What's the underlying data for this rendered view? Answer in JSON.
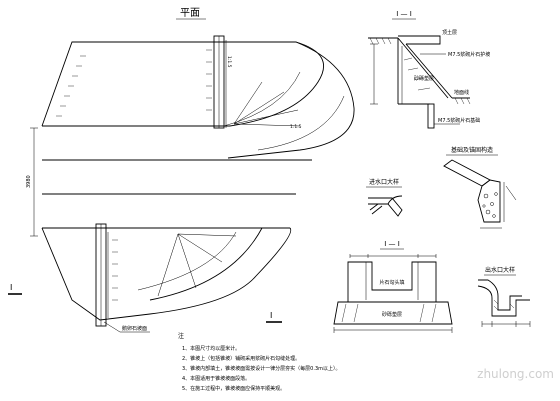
{
  "plan": {
    "title": "平面",
    "section_mark": "I",
    "label_main": "鹅卵石坡面",
    "dim_vertical": "3980",
    "dim_small_1": "1:1.5",
    "dim_small_2": "1:1.5"
  },
  "section_i1": {
    "title": "I — I",
    "labels": [
      "顶土层",
      "M7.5浆砌片石护坡",
      "砂砾垫层",
      "地面线",
      "M7.5浆砌片石基础"
    ]
  },
  "foundation_detail": {
    "title": "基础及锚固构造"
  },
  "inlet_detail": {
    "title": "进水口大样"
  },
  "section_i2": {
    "title": "I — I",
    "label_inner": "片石勾头填",
    "label_bottom": "砂砾垫层"
  },
  "outlet_detail": {
    "title": "出水口大样"
  },
  "notes": {
    "heading": "注",
    "items": [
      "1、本图尺寸均以厘米计。",
      "2、锥坡上（包括锥坡）铺砌采用浆砌片石勾缝处理。",
      "3、锥坡内部填土，锥坡坡面需按设计一律分层夯实（每层0.3m以上）。",
      "4、本图适用于锥坡坡面段落。",
      "5、在施工过程中，锥坡坡面应保持平顺美观。"
    ]
  },
  "watermark": "zhulong.com"
}
